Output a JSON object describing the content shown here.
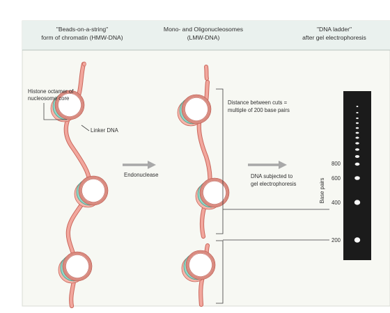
{
  "header": {
    "col1_line1": "\"Beads-on-a-string\"",
    "col1_line2": "form of chromatin (HMW-DNA)",
    "col2_line1": "Mono- and Oligonucleosomes",
    "col2_line2": "(LMW-DNA)",
    "col3_line1": "\"DNA ladder\"",
    "col3_line2": "after gel electrophoresis"
  },
  "labels": {
    "histone_line1": "Histone octamer of",
    "histone_line2": "nucleosome core",
    "linker": "Linker DNA",
    "endonuclease": "Endonuclease",
    "distance_line1": "Distance between cuts =",
    "distance_line2": "multiple of 200 base pairs",
    "subjected_line1": "DNA subjected to",
    "subjected_line2": "gel electrophoresis",
    "base_pairs": "Base pairs"
  },
  "gel": {
    "bands": [
      "800",
      "600",
      "400",
      "200"
    ]
  },
  "colors": {
    "header_bg": "#eaf1ee",
    "panel_bg": "#f7f8f3",
    "dna_strand": "#f2a79d",
    "dna_outline": "#c9675c",
    "histone_teal": "#8fd8c8",
    "histone_pink": "#f6b6ab",
    "arrow": "#a8a8a8",
    "gel": "#1b1b1b"
  }
}
